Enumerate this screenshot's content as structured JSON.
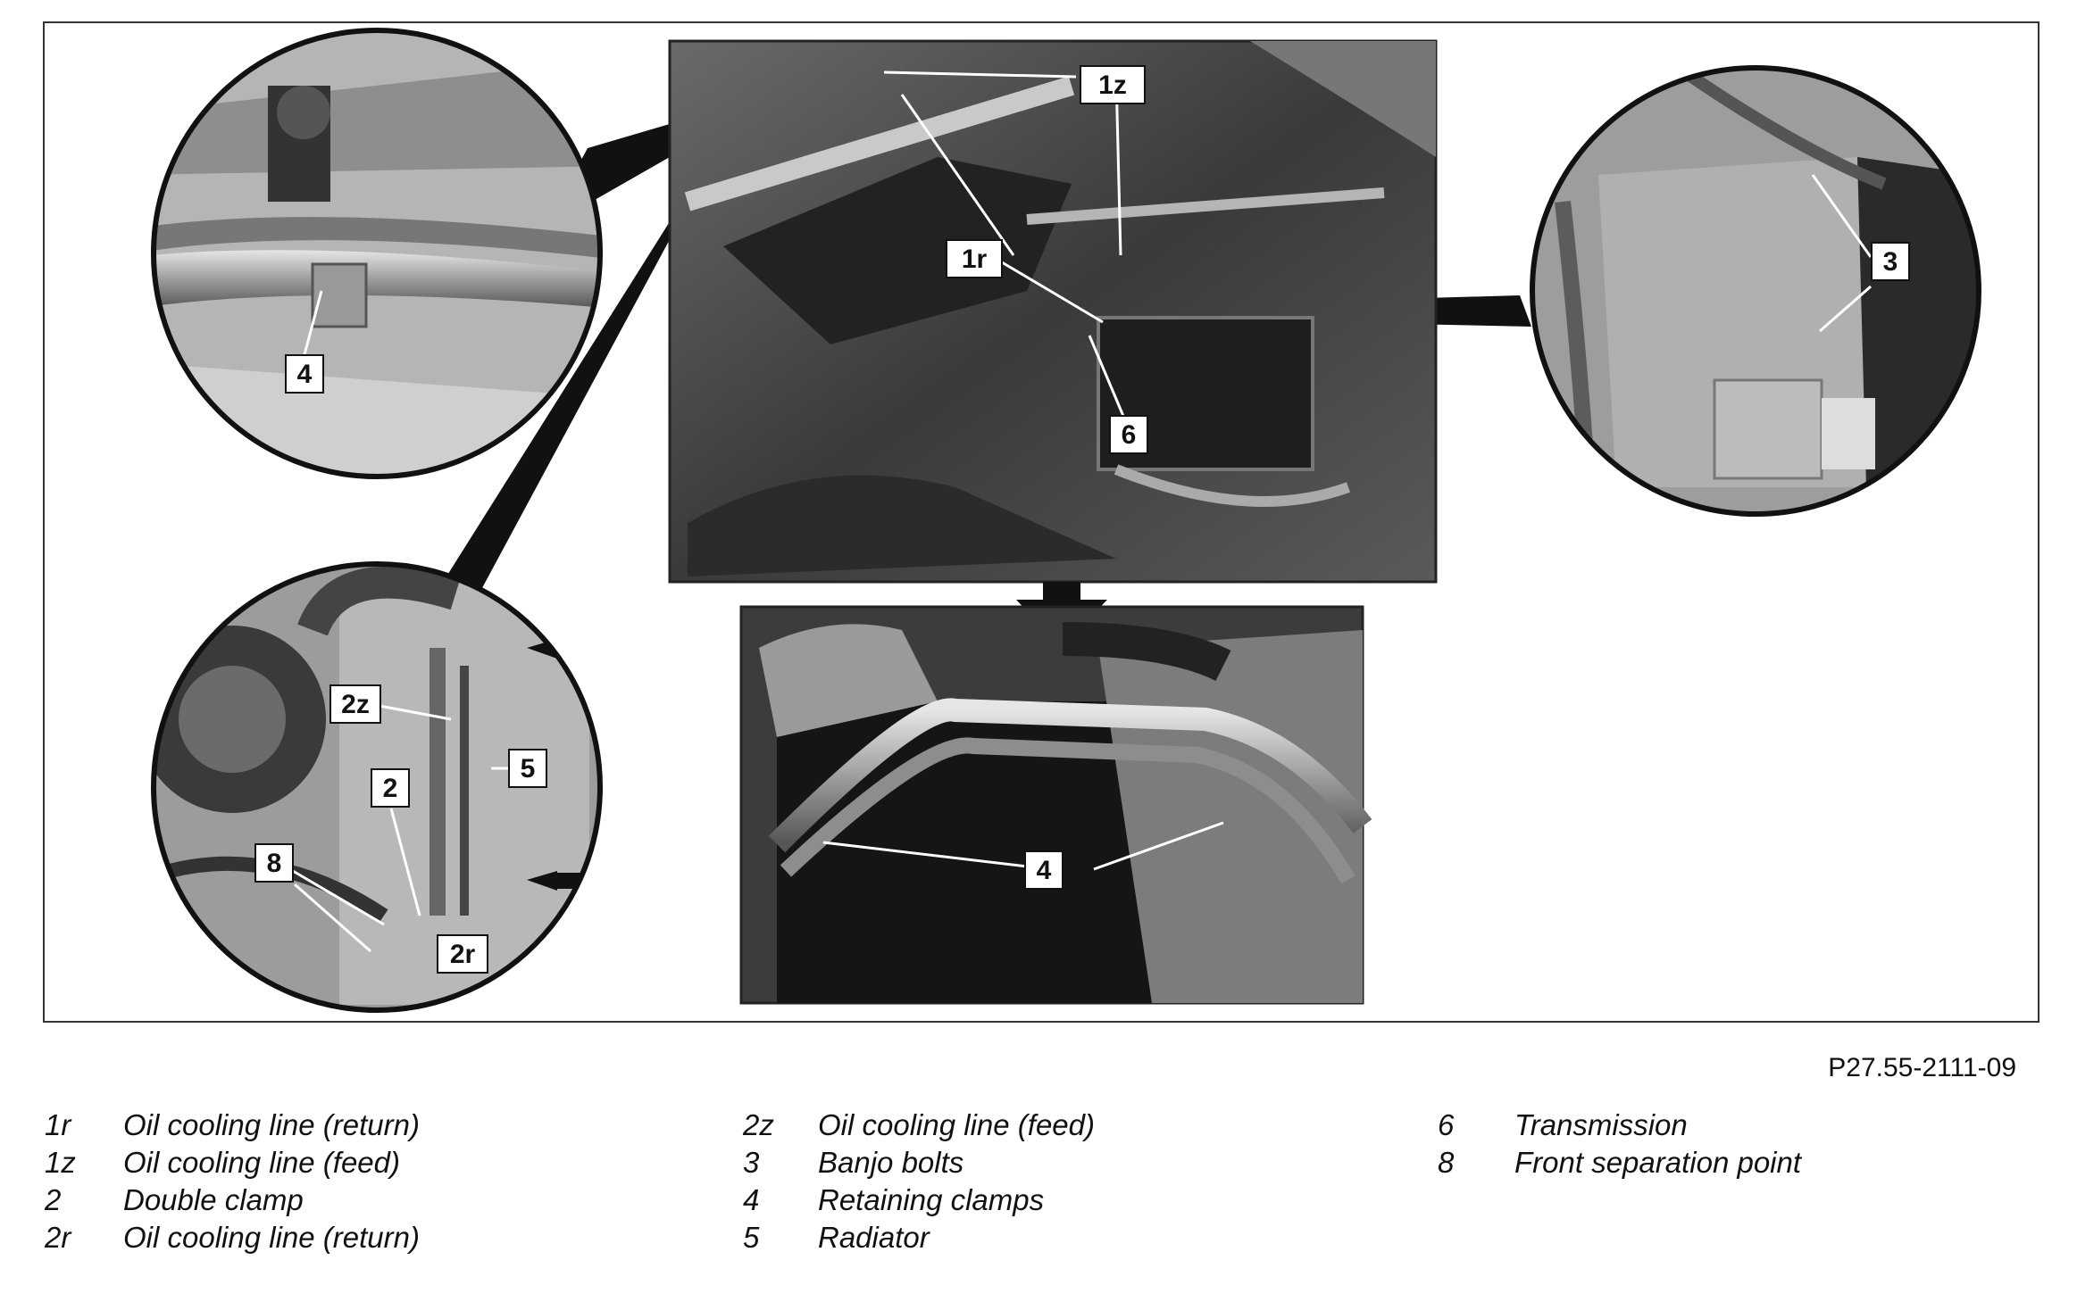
{
  "figure": {
    "reference": "P27.55-2111-09",
    "callouts": {
      "c1z": "1z",
      "c1r": "1r",
      "c3": "3",
      "c4_detail": "4",
      "c6": "6",
      "c2z": "2z",
      "c2": "2",
      "c5": "5",
      "c8": "8",
      "c2r": "2r",
      "c4_lower": "4"
    }
  },
  "legend": {
    "columns": [
      [
        {
          "code": "1r",
          "text": "Oil cooling line (return)"
        },
        {
          "code": "1z",
          "text": "Oil cooling line (feed)"
        },
        {
          "code": "2",
          "text": "Double clamp"
        },
        {
          "code": "2r",
          "text": "Oil cooling line (return)"
        }
      ],
      [
        {
          "code": "2z",
          "text": "Oil cooling line (feed)"
        },
        {
          "code": "3",
          "text": "Banjo bolts"
        },
        {
          "code": "4",
          "text": "Retaining clamps"
        },
        {
          "code": "5",
          "text": "Radiator"
        }
      ],
      [
        {
          "code": "6",
          "text": "Transmission"
        },
        {
          "code": "8",
          "text": "Front separation point"
        }
      ]
    ]
  }
}
